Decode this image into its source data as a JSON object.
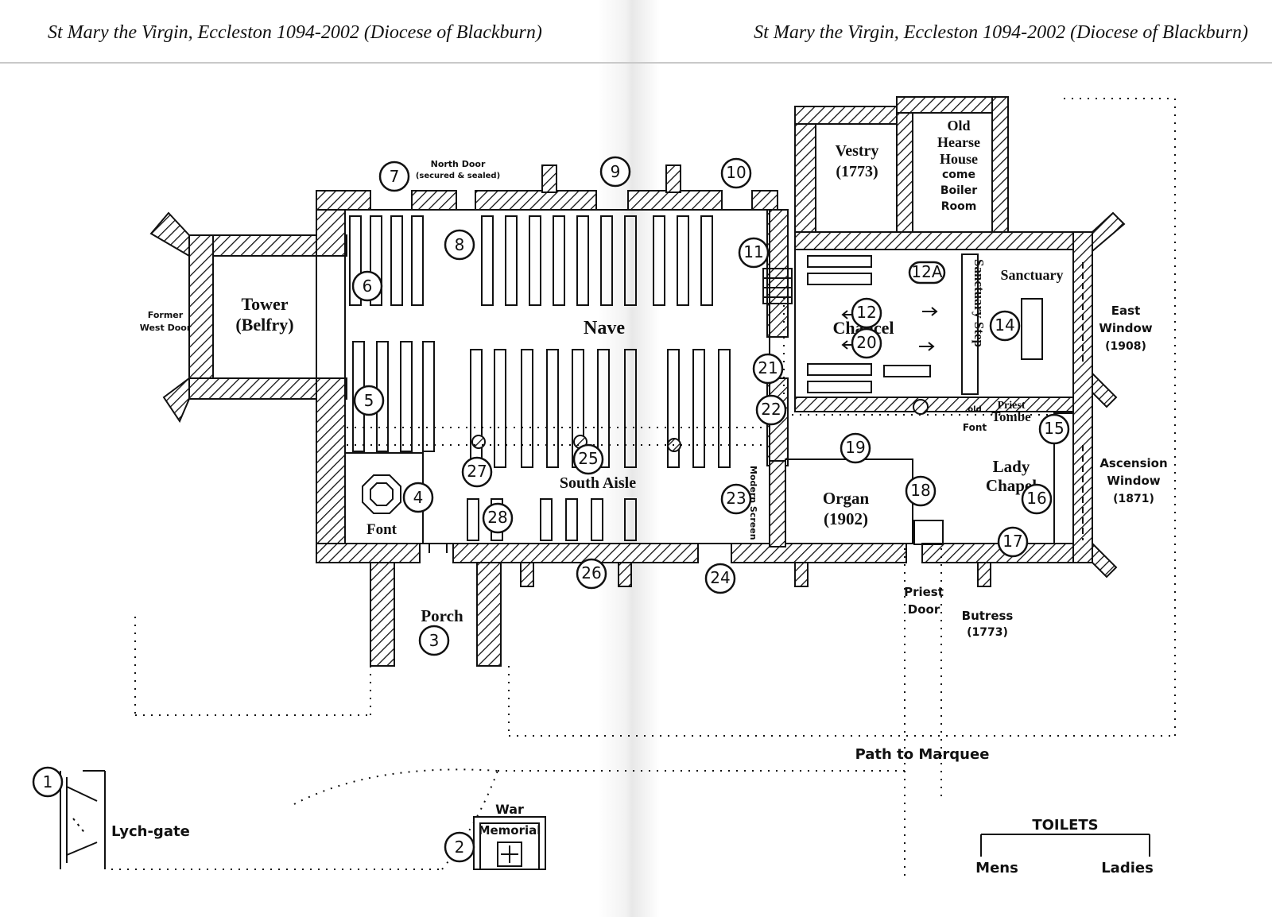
{
  "header": {
    "left": "St Mary the Virgin, Eccleston 1094-2002 (Diocese of Blackburn)",
    "right": "St Mary the Virgin, Eccleston 1094-2002 (Diocese of Blackburn)"
  },
  "rooms": {
    "tower": [
      "Tower",
      "(Belfry)"
    ],
    "nave": "Nave",
    "south_aisle": "South Aisle",
    "font": "Font",
    "porch": "Porch",
    "chancel": "Chancel",
    "sanctuary": "Sanctuary",
    "sanctuary_step": "Sanctuary Step",
    "vestry": [
      "Vestry",
      "(1773)"
    ],
    "hearse_house": [
      "Old",
      "Hearse",
      "House",
      "come",
      "Boiler",
      "Room"
    ],
    "organ": [
      "Organ",
      "(1902)"
    ],
    "lady_chapel": [
      "Lady",
      "Chapel"
    ],
    "priest_tomb": [
      "Priest",
      "Tombe"
    ],
    "modern_screen": "Modern Screen",
    "old_font": [
      "old",
      "Font"
    ]
  },
  "features": {
    "north_door": [
      "North Door",
      "(secured & sealed)"
    ],
    "former_west_door": [
      "Former",
      "West Door"
    ],
    "east_window": [
      "East",
      "Window",
      "(1908)"
    ],
    "ascension_window": [
      "Ascension",
      "Window",
      "(1871)"
    ],
    "priest_door": [
      "Priest",
      "Door"
    ],
    "butress": [
      "Butress",
      "(1773)"
    ],
    "path_to_marquee": "Path to Marquee",
    "lych_gate": "Lych-gate",
    "war_memorial": [
      "War",
      "Memorial"
    ],
    "toilets": "TOILETS",
    "mens": "Mens",
    "ladies": "Ladies"
  },
  "markers": {
    "m1": "1",
    "m2": "2",
    "m3": "3",
    "m4": "4",
    "m5": "5",
    "m6": "6",
    "m7": "7",
    "m8": "8",
    "m9": "9",
    "m10": "10",
    "m11": "11",
    "m12": "12",
    "m12a": "12A",
    "m14": "14",
    "m15": "15",
    "m16": "16",
    "m17": "17",
    "m18": "18",
    "m19": "19",
    "m20": "20",
    "m21": "21",
    "m22": "22",
    "m23": "23",
    "m24": "24",
    "m25": "25",
    "m26": "26",
    "m27": "27",
    "m28": "28"
  }
}
